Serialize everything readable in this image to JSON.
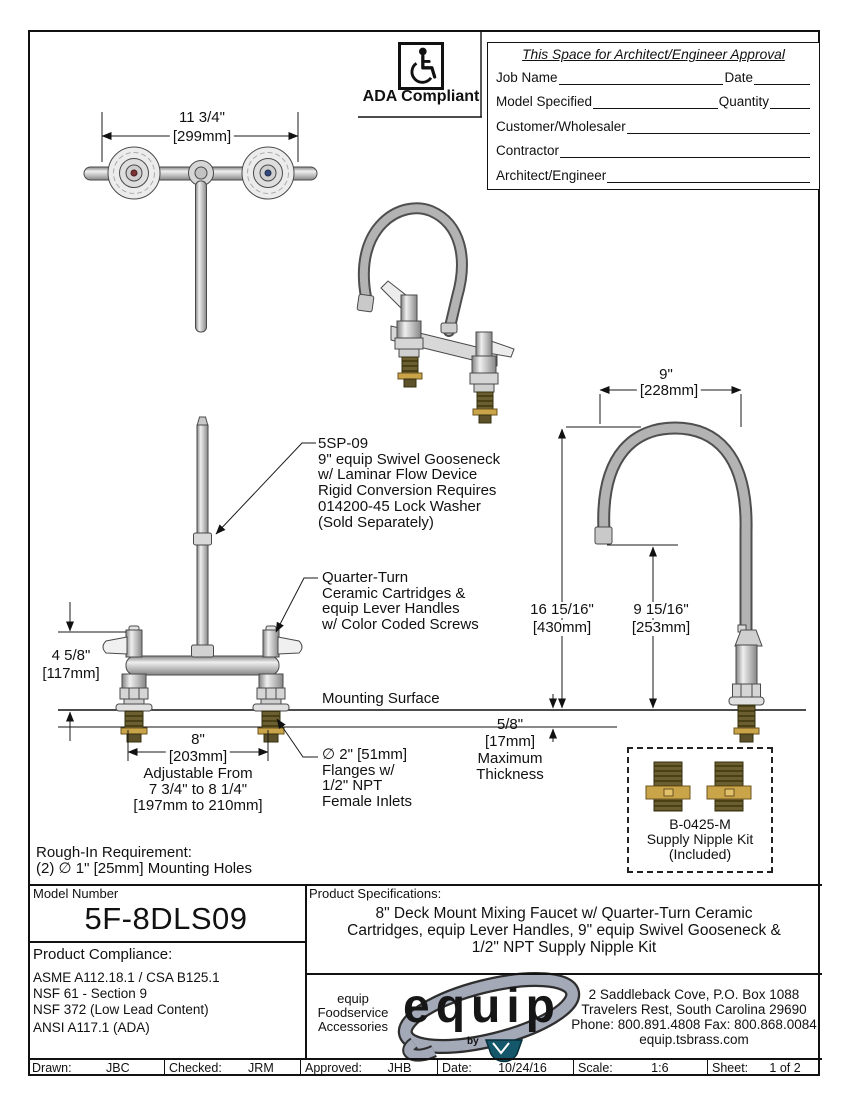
{
  "ada": {
    "label": "ADA Compliant"
  },
  "approval": {
    "title": "This Space for Architect/Engineer Approval",
    "job_name": "Job Name",
    "date": "Date",
    "model_specified": "Model Specified",
    "quantity": "Quantity",
    "customer": "Customer/Wholesaler",
    "contractor": "Contractor",
    "architect": "Architect/Engineer"
  },
  "dims": {
    "top_width": "11 3/4\"",
    "top_width_mm": "[299mm]",
    "spout_reach": "9\"",
    "spout_reach_mm": "[228mm]",
    "overall_height": "16 15/16\"",
    "overall_height_mm": "[430mm]",
    "spout_clearance": "9 15/16\"",
    "spout_clearance_mm": "[253mm]",
    "deck_height": "4 5/8\"",
    "deck_height_mm": "[117mm]",
    "centers": "8\"",
    "centers_mm": "[203mm]",
    "centers_adj1": "Adjustable From",
    "centers_adj2": "7 3/4\" to 8 1/4\"",
    "centers_adj3": "[197mm to 210mm]",
    "thickness": "5/8\"",
    "thickness_mm": "[17mm]",
    "thickness_note1": "Maximum",
    "thickness_note2": "Thickness"
  },
  "notes": {
    "spout": [
      "5SP-09",
      "9\" equip Swivel Gooseneck",
      "w/ Laminar Flow Device",
      "Rigid Conversion Requires",
      "014200-45 Lock Washer",
      "(Sold Separately)"
    ],
    "cartridge": [
      "Quarter-Turn",
      "Ceramic Cartridges &",
      "equip Lever Handles",
      "w/ Color Coded Screws"
    ],
    "mounting_surface": "Mounting Surface",
    "flange": [
      "∅ 2\" [51mm]",
      "Flanges w/",
      "1/2\" NPT",
      "Female Inlets"
    ],
    "nipple_kit": [
      "B-0425-M",
      "Supply Nipple Kit",
      "(Included)"
    ],
    "rough_in": [
      "Rough-In Requirement:",
      "(2) ∅ 1\" [25mm] Mounting Holes"
    ]
  },
  "title_block": {
    "model_label": "Model Number",
    "model": "5F-8DLS09",
    "compliance_label": "Product Compliance:",
    "compliance": [
      "ASME A112.18.1 / CSA B125.1",
      "NSF 61 - Section 9",
      "NSF 372 (Low Lead Content)",
      "ANSI A117.1 (ADA)"
    ],
    "specs_label": "Product Specifications:",
    "specs": [
      "8\" Deck Mount Mixing Faucet w/ Quarter-Turn Ceramic",
      "Cartridges, equip Lever Handles, 9\" equip Swivel Gooseneck &",
      "1/2\" NPT Supply Nipple Kit"
    ],
    "brand": [
      "equip",
      "Foodservice",
      "Accessories"
    ],
    "logo_text": "equip",
    "logo_by": "by",
    "address": [
      "2 Saddleback Cove, P.O. Box 1088",
      "Travelers Rest, South Carolina 29690",
      "Phone: 800.891.4808  Fax: 800.868.0084",
      "equip.tsbrass.com"
    ]
  },
  "footer": {
    "cells": [
      {
        "label": "Drawn:",
        "value": "JBC"
      },
      {
        "label": "Checked:",
        "value": "JRM"
      },
      {
        "label": "Approved:",
        "value": "JHB"
      },
      {
        "label": "Date:",
        "value": "10/24/16"
      },
      {
        "label": "Scale:",
        "value": "1:6"
      },
      {
        "label": "Sheet:",
        "value": "1  of  2"
      }
    ]
  },
  "colors": {
    "brass": "#c9a449",
    "hot_index": "#7c3132",
    "cold_index": "#32477c",
    "shield": "#14576b",
    "swoosh": "#a4a9b8"
  }
}
